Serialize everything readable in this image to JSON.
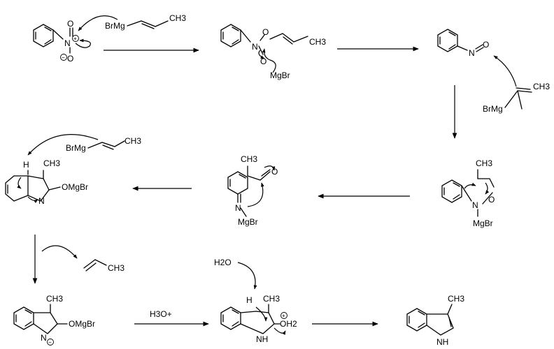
{
  "reagents": {
    "grignard": "BrMg",
    "methyl": "CH3",
    "mgbr": "MgBr",
    "omgbr": "OMgBr",
    "water": "H2O",
    "acid": "H3O+",
    "propene_methyl": "CH3"
  },
  "atoms": {
    "nitrogen": "N",
    "oxygen": "O",
    "hydrogen": "H",
    "nh": "NH",
    "oh2": "OH2",
    "plus": "+",
    "minus": "−"
  }
}
